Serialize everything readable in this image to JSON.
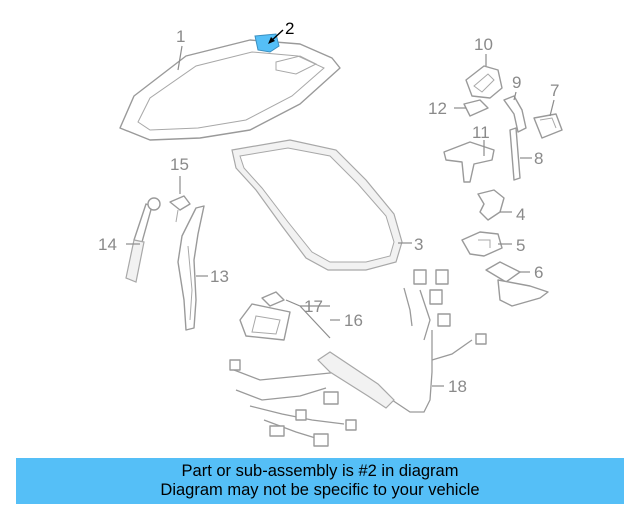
{
  "callouts": [
    "1",
    "2",
    "3",
    "4",
    "5",
    "6",
    "7",
    "8",
    "9",
    "10",
    "11",
    "12",
    "13",
    "14",
    "15",
    "16",
    "17",
    "18"
  ],
  "highlight_part": "2",
  "colors": {
    "highlight": "#55bff7",
    "banner_bg": "#55bff7",
    "line_art": "#9a9a9a"
  },
  "banner": {
    "line1": "Part or sub-assembly is #2 in diagram",
    "line2": "Diagram may not be specific to your vehicle"
  }
}
